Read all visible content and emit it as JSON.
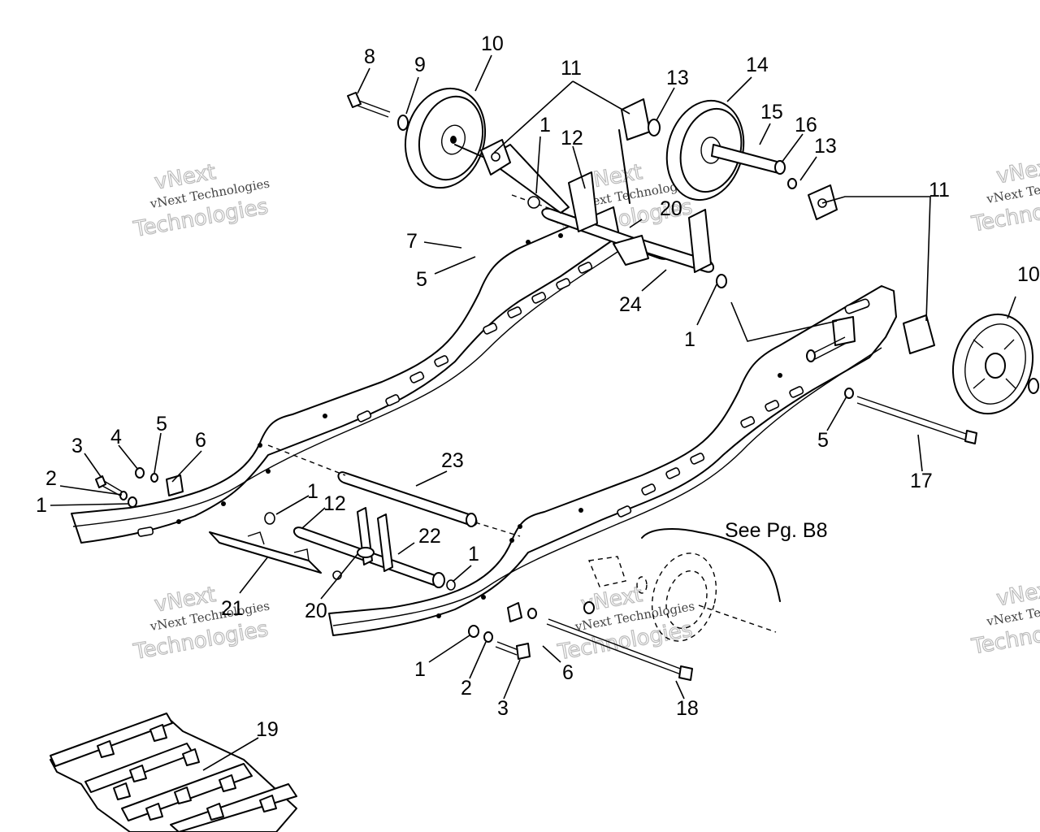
{
  "callouts": [
    {
      "id": "c8",
      "label": "8"
    },
    {
      "id": "c9",
      "label": "9"
    },
    {
      "id": "c10a",
      "label": "10"
    },
    {
      "id": "c11a",
      "label": "11"
    },
    {
      "id": "c13a",
      "label": "13"
    },
    {
      "id": "c14",
      "label": "14"
    },
    {
      "id": "c15",
      "label": "15"
    },
    {
      "id": "c16",
      "label": "16"
    },
    {
      "id": "c13b",
      "label": "13"
    },
    {
      "id": "c11b",
      "label": "11"
    },
    {
      "id": "c10b",
      "label": "10"
    },
    {
      "id": "c1a",
      "label": "1"
    },
    {
      "id": "c12a",
      "label": "12"
    },
    {
      "id": "c20a",
      "label": "20"
    },
    {
      "id": "c7",
      "label": "7"
    },
    {
      "id": "c5a",
      "label": "5"
    },
    {
      "id": "c24",
      "label": "24"
    },
    {
      "id": "c1b",
      "label": "1"
    },
    {
      "id": "c5b",
      "label": "5"
    },
    {
      "id": "c17",
      "label": "17"
    },
    {
      "id": "c3a",
      "label": "3"
    },
    {
      "id": "c4",
      "label": "4"
    },
    {
      "id": "c5c",
      "label": "5"
    },
    {
      "id": "c6a",
      "label": "6"
    },
    {
      "id": "c2a",
      "label": "2"
    },
    {
      "id": "c1c",
      "label": "1"
    },
    {
      "id": "c23",
      "label": "23"
    },
    {
      "id": "c1d",
      "label": "1"
    },
    {
      "id": "c12b",
      "label": "12"
    },
    {
      "id": "c22",
      "label": "22"
    },
    {
      "id": "c1e",
      "label": "1"
    },
    {
      "id": "c21",
      "label": "21"
    },
    {
      "id": "c20b",
      "label": "20"
    },
    {
      "id": "c1f",
      "label": "1"
    },
    {
      "id": "c2b",
      "label": "2"
    },
    {
      "id": "c3b",
      "label": "3"
    },
    {
      "id": "c6b",
      "label": "6"
    },
    {
      "id": "c18",
      "label": "18"
    },
    {
      "id": "c19",
      "label": "19"
    }
  ],
  "reference_note": "See Pg. B8",
  "watermark": {
    "line1": "vNext Technologies",
    "line2": "Technologies",
    "line3": "vNext"
  }
}
